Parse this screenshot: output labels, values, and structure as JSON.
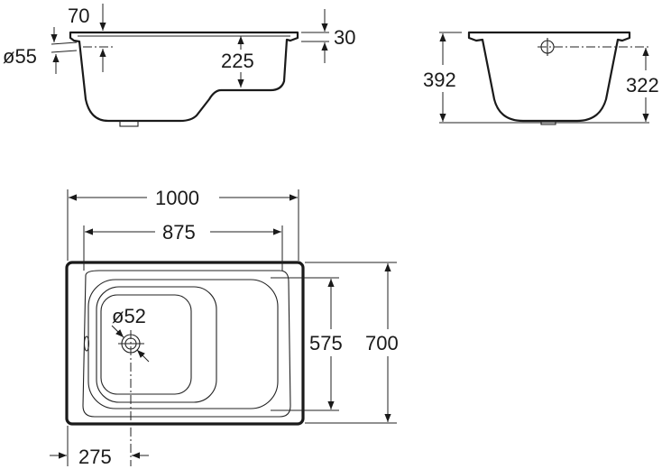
{
  "side_view": {
    "dim_70": "70",
    "dim_55": "ø55",
    "dim_225": "225",
    "dim_30": "30"
  },
  "end_view": {
    "dim_392": "392",
    "dim_322": "322"
  },
  "plan_view": {
    "dim_1000": "1000",
    "dim_875": "875",
    "dim_52": "ø52",
    "dim_575": "575",
    "dim_700": "700",
    "dim_275": "275"
  }
}
